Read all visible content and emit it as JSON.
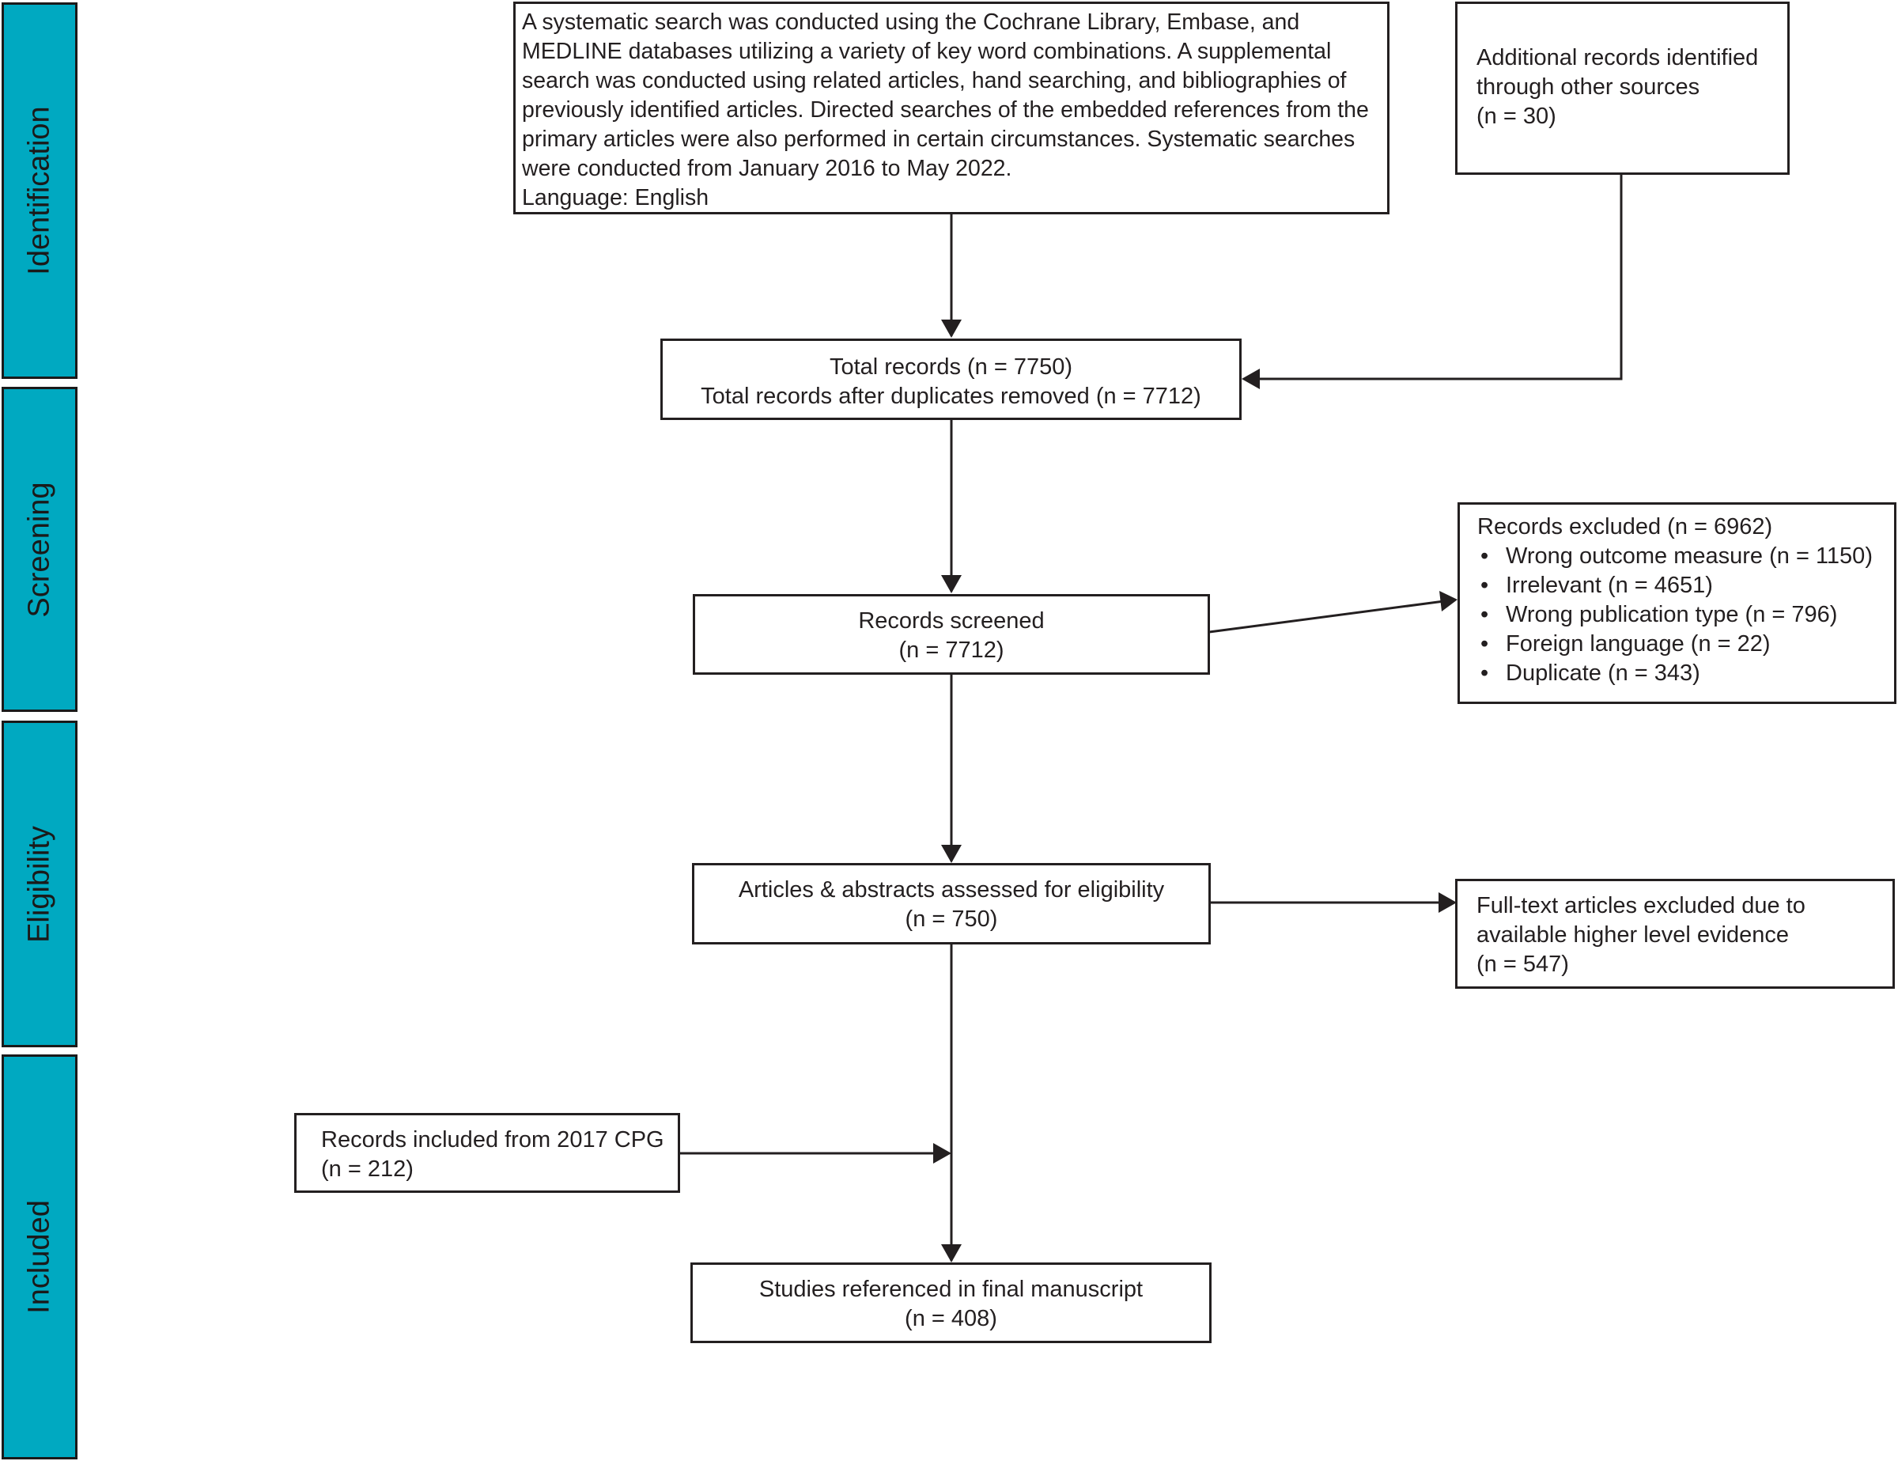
{
  "phases": [
    {
      "id": "identification",
      "label": "Identification"
    },
    {
      "id": "screening",
      "label": "Screening"
    },
    {
      "id": "eligibility",
      "label": "Eligibility"
    },
    {
      "id": "included",
      "label": "Included"
    }
  ],
  "boxes": {
    "search": {
      "lines": [
        "A systematic search was conducted using the Cochrane Library, Embase,  and",
        "MEDLINE databases utilizing a variety of key word combinations. A supplemental",
        "search was conducted using related articles, hand searching, and bibliographies of",
        "previously identified articles. Directed searches of the embedded references from the",
        "primary articles were also performed in certain circumstances. Systematic searches",
        "were conducted from January 2016 to May 2022.",
        "Language: English"
      ]
    },
    "additional": {
      "lines": [
        "Additional records identified",
        "through other sources",
        "(n = 30)"
      ]
    },
    "total": {
      "lines": [
        "Total records (n = 7750)",
        "Total records after duplicates removed (n = 7712)"
      ]
    },
    "screened": {
      "lines": [
        "Records screened",
        "(n = 7712)"
      ]
    },
    "excluded": {
      "title": "Records excluded (n = 6962)",
      "items": [
        "Wrong outcome measure (n = 1150)",
        "Irrelevant (n = 4651)",
        "Wrong publication type (n = 796)",
        "Foreign language (n = 22)",
        "Duplicate (n = 343)"
      ]
    },
    "eligibility": {
      "lines": [
        "Articles & abstracts assessed for eligibility",
        "(n = 750)"
      ]
    },
    "fulltext_excluded": {
      "lines": [
        "Full-text articles excluded due to",
        "available higher level evidence",
        "(n = 547)"
      ]
    },
    "cpg": {
      "lines": [
        "Records included from 2017 CPG",
        "(n = 212)"
      ]
    },
    "final": {
      "lines": [
        "Studies referenced in final manuscript",
        "(n = 408)"
      ]
    }
  }
}
